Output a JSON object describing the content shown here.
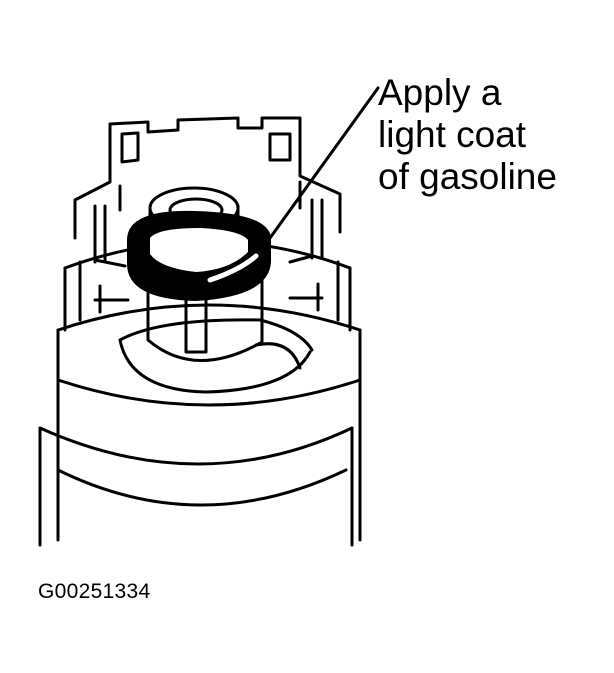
{
  "callout": {
    "lines": [
      "Apply a",
      "light coat",
      "of gasoline"
    ]
  },
  "figure_id": "G00251334",
  "colors": {
    "ink": "#000000",
    "paper": "#ffffff"
  }
}
